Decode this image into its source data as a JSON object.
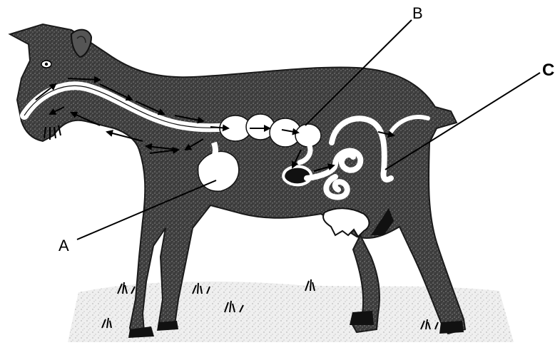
{
  "diagram": {
    "subject": "goat-digestive-system",
    "colors": {
      "body": "#3f3f3f",
      "body_texture": "#6a6a6a",
      "organ": "#ffffff",
      "ground": "#d9d9d9",
      "line": "#000000"
    },
    "labels": [
      {
        "id": "A",
        "text": "A",
        "bold": false
      },
      {
        "id": "B",
        "text": "B",
        "bold": false
      },
      {
        "id": "C",
        "text": "C",
        "bold": true
      }
    ]
  }
}
